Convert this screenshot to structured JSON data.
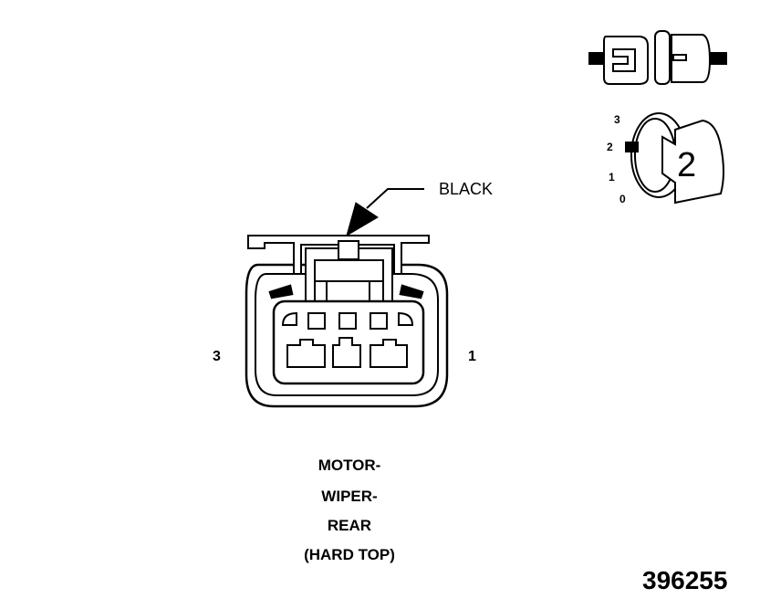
{
  "connector": {
    "color_callout": "BLACK",
    "pin_left": "3",
    "pin_right": "1",
    "caption": [
      "MOTOR-",
      "WIPER-",
      "REAR",
      "(HARD TOP)"
    ]
  },
  "key_indicator": {
    "positions": [
      "3",
      "2",
      "1",
      "0"
    ],
    "number": "2"
  },
  "figure_number": "396255",
  "colors": {
    "line": "#000000",
    "background": "#ffffff"
  }
}
